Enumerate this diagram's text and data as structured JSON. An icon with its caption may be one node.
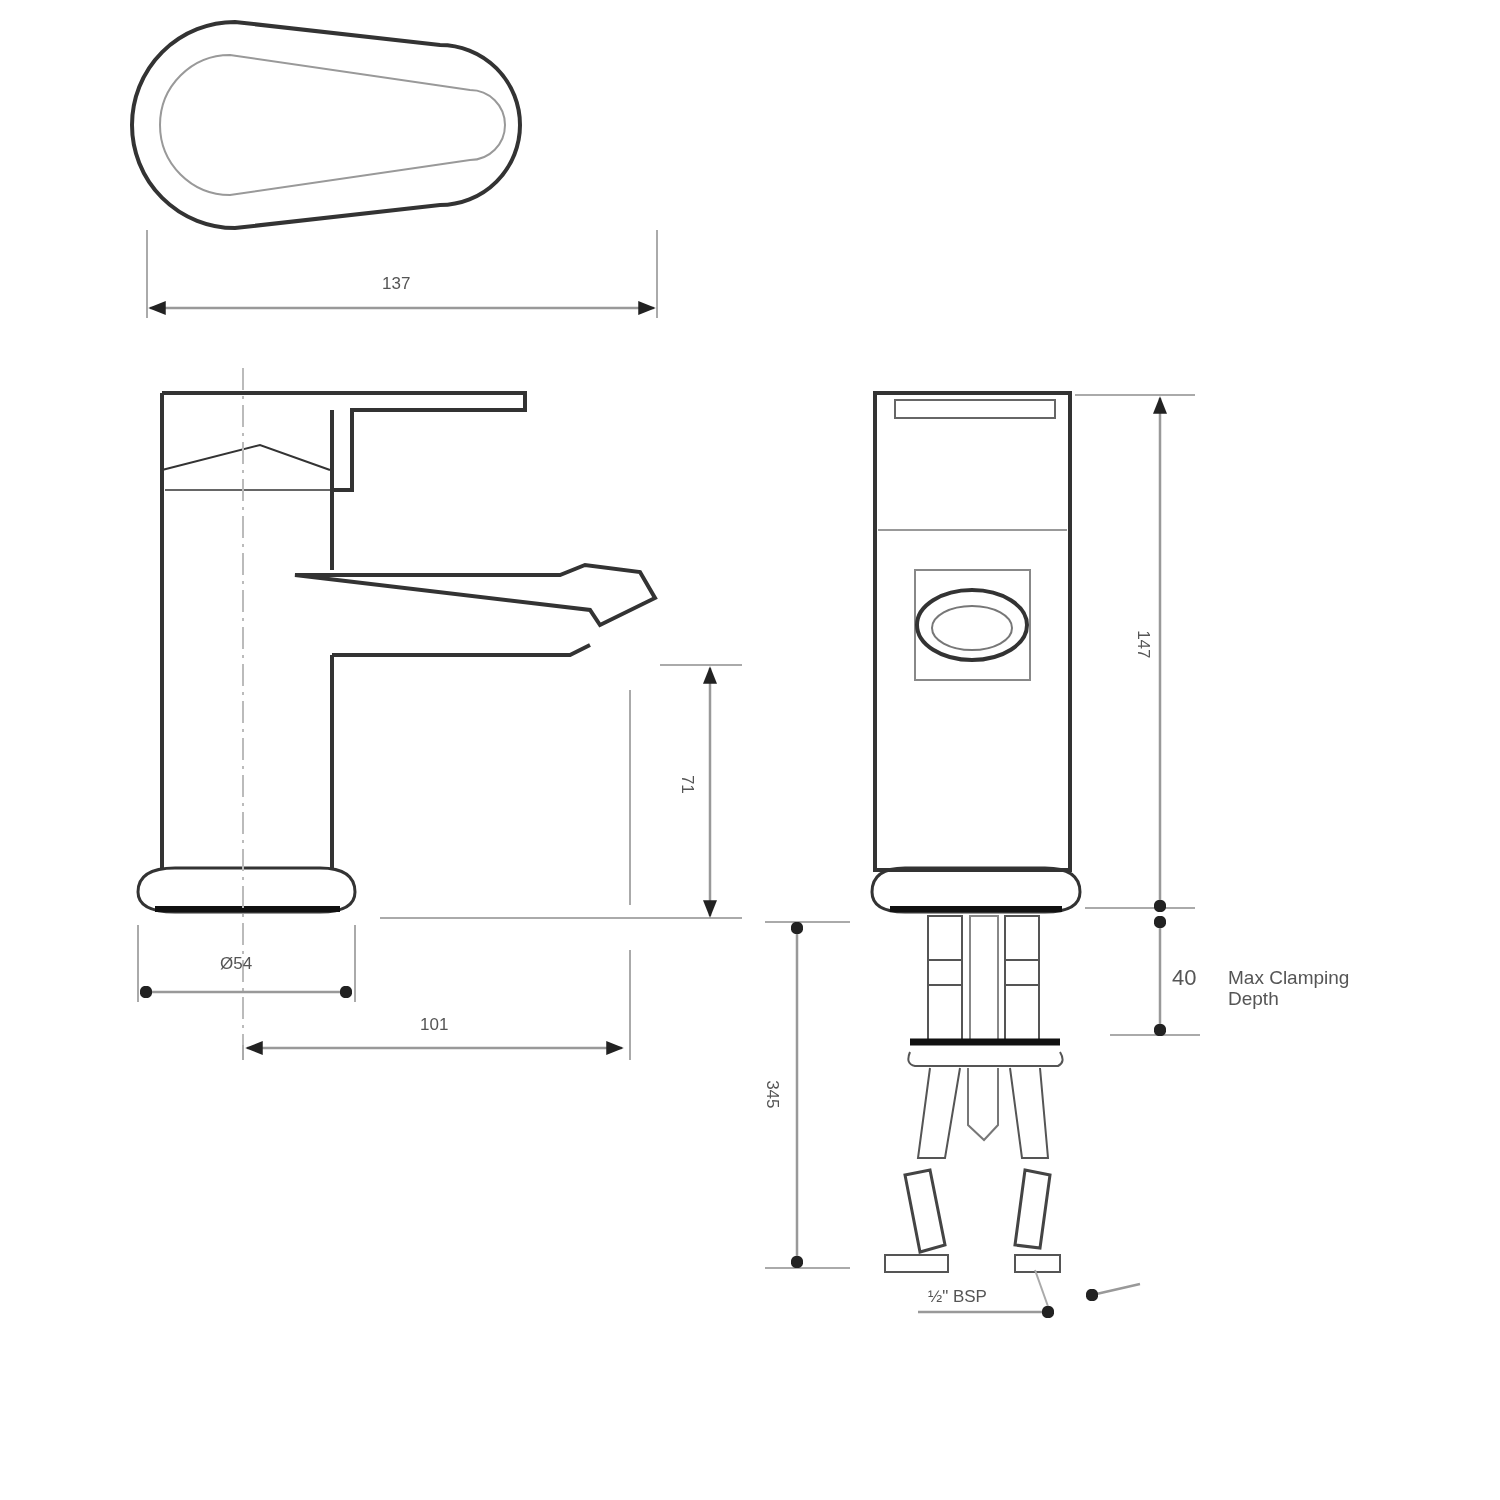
{
  "diagram": {
    "labels": [
      "137",
      "147",
      "71",
      "Ø54",
      "101",
      "40",
      "Max Clamping Depth",
      "345",
      "½\" BSP"
    ]
  }
}
